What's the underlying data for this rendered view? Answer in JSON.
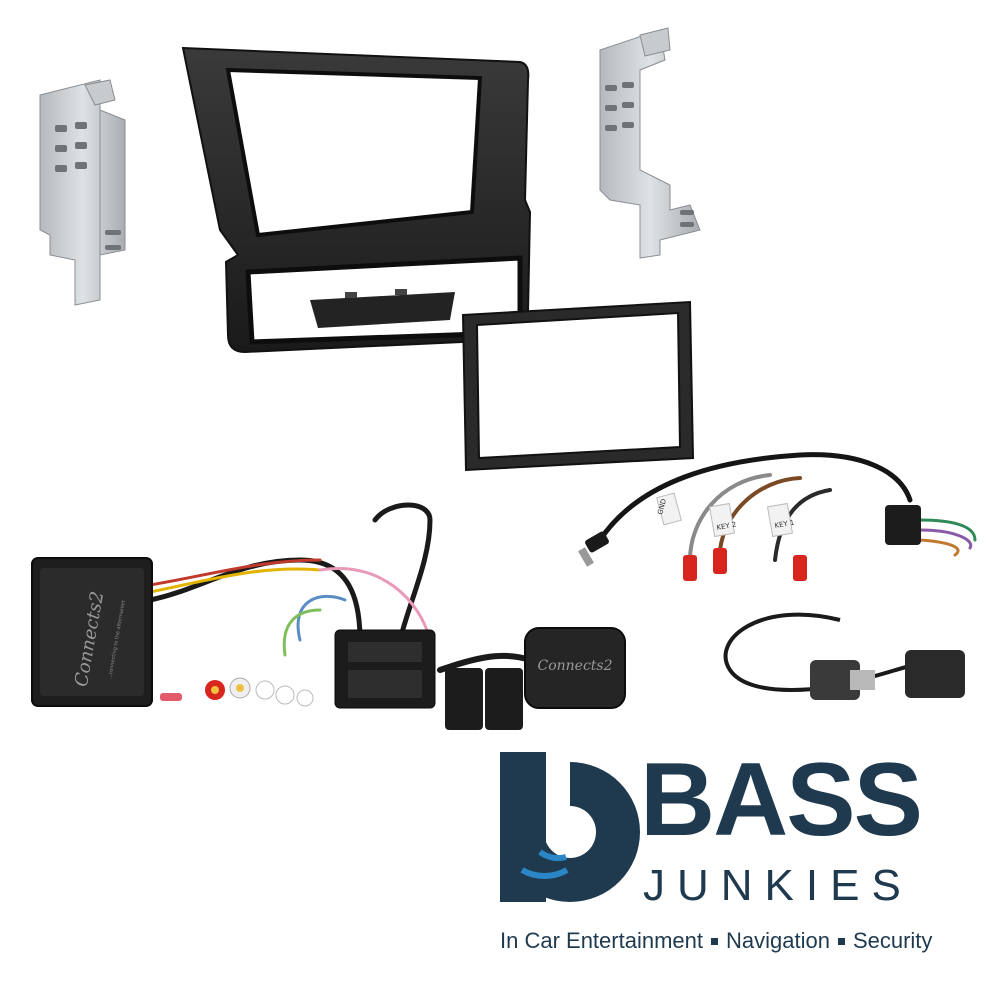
{
  "brand": {
    "name_line1": "BASS",
    "name_line2": "JUNKIES",
    "tagline": {
      "items": [
        "In Car Entertainment",
        "Navigation",
        "Security"
      ]
    },
    "colors": {
      "primary": "#1f3a4f",
      "accent": "#2a86c6"
    }
  },
  "product": {
    "interface_box": {
      "logo_text": "Connects2",
      "slogan": "...connecting to the aftermarket"
    },
    "lead_labels": [
      "GND",
      "KEY 2",
      "KEY 1"
    ]
  },
  "icons": [
    "bass-junkies-logo-icon"
  ]
}
